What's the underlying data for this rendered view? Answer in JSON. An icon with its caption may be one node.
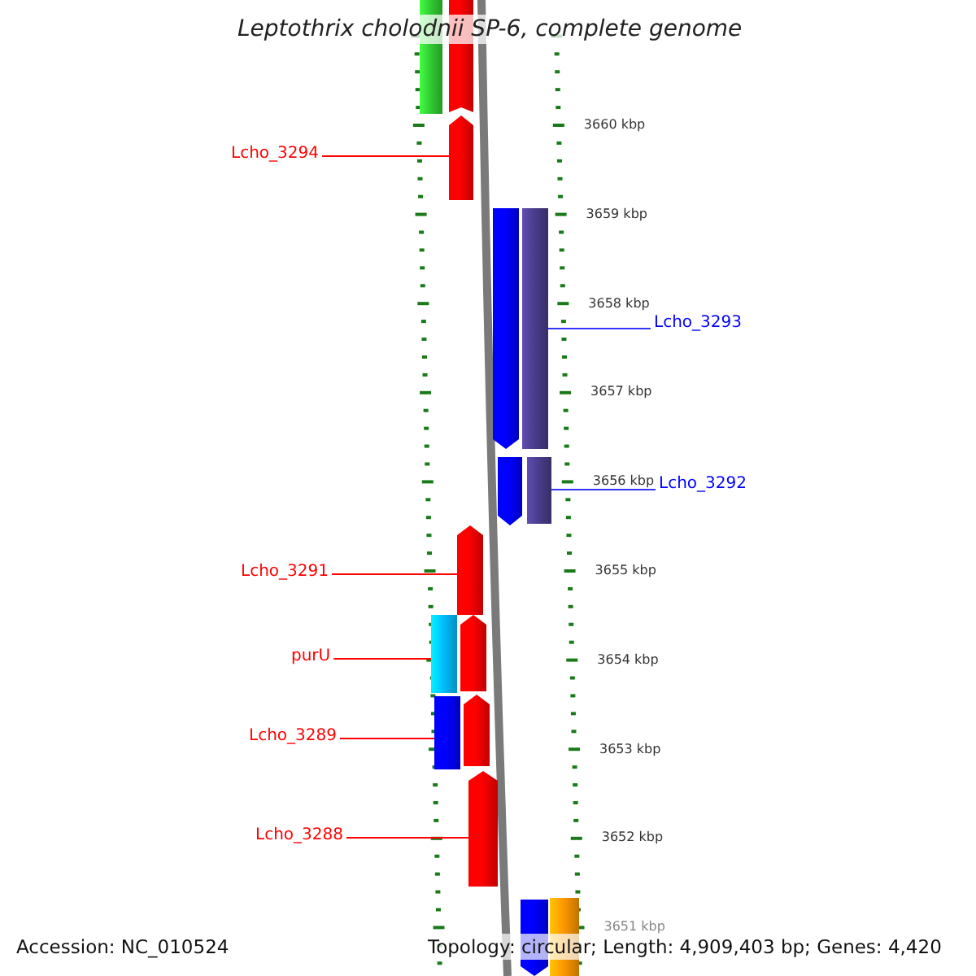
{
  "diagram": {
    "title": "Leptothrix cholodnii SP-6, complete genome",
    "nodes": [
      {
        "text": [],
        "shape": "bar"
      },
      {
        "text": [],
        "shape": "bar"
      },
      {
        "text": [
          "Lcho_3294"
        ]
      },
      {
        "text": [],
        "shape": "bar"
      },
      {
        "text": [],
        "shape": "bar"
      },
      {
        "text": [],
        "shape": "bar"
      },
      {
        "text": [
          "Lcho_3293"
        ]
      },
      {
        "text": [],
        "shape": "bar"
      },
      {
        "text": [],
        "shape": "bar"
      },
      {
        "text": [
          "Lcho_3292"
        ]
      },
      {
        "text": [
          "Lcho_3291"
        ]
      },
      {
        "text": [],
        "shape": "bar"
      },
      {
        "text": [
          "purU"
        ]
      },
      {
        "text": [],
        "shape": "bar"
      },
      {
        "text": [],
        "shape": "bar"
      },
      {
        "text": [
          "Lcho_3289"
        ]
      },
      {
        "text": [],
        "shape": "bar"
      },
      {
        "text": [],
        "shape": "bar"
      },
      {
        "text": [
          "Lcho_3288"
        ]
      },
      {
        "text": [],
        "shape": "bar"
      },
      {
        "text": [],
        "shape": "bar"
      },
      {
        "text": [],
        "shape": "bar"
      }
    ],
    "edges": [
      {
        "from": 2,
        "to": 3,
        "arrow": "none"
      },
      {
        "from": 6,
        "to": 5,
        "arrow": "none",
        "color": "#3333ff"
      },
      {
        "from": 9,
        "to": 8,
        "arrow": "none",
        "color": "#3333ff"
      },
      {
        "from": 10,
        "to": 11,
        "arrow": "none"
      },
      {
        "from": 12,
        "to": 13,
        "arrow": "none"
      },
      {
        "from": 15,
        "to": 16,
        "arrow": "none"
      },
      {
        "from": 18,
        "to": 19,
        "arrow": "none"
      }
    ],
    "labels": [
      "3660 kbp",
      "3659 kbp",
      "3658 kbp",
      "3657 kbp",
      "3656 kbp",
      "3655 kbp",
      "3654 kbp",
      "3653 kbp",
      "3652 kbp",
      "3651 kbp",
      "Accession: NC_010524",
      "Topology: circular; Length: 4,909,403 bp; Genes: 4,420"
    ]
  }
}
